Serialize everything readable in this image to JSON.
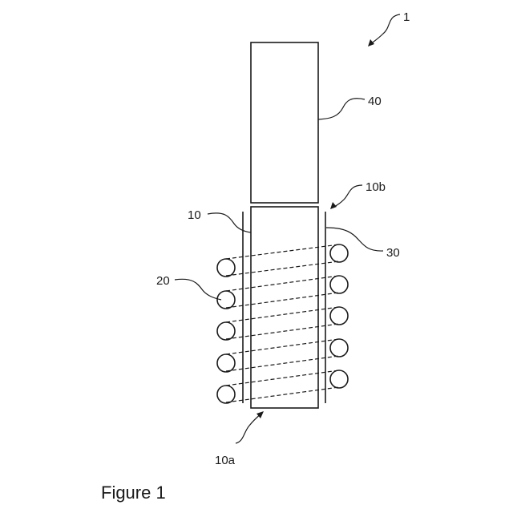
{
  "figure": {
    "caption": "Figure 1",
    "labels": {
      "assembly": "1",
      "upper_block": "40",
      "tube_top_end": "10b",
      "tube": "10",
      "sleeve": "30",
      "coil": "20",
      "tube_bottom_end": "10a"
    }
  }
}
